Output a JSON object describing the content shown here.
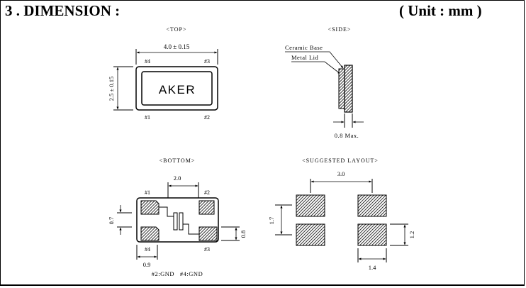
{
  "section": {
    "title": "3 . DIMENSION :",
    "unit": "( Unit : mm )"
  },
  "top_view": {
    "label": "<TOP>",
    "length_dim": "4.0 ± 0.15",
    "width_dim": "2.5 ± 0.15",
    "marking": "AKER",
    "pads": {
      "p1": "#1",
      "p2": "#2",
      "p3": "#3",
      "p4": "#4"
    }
  },
  "side_view": {
    "label": "<SIDE>",
    "ceramic_base": "Ceramic Base",
    "metal_lid": "Metal Lid",
    "height_dim": "0.8 Max."
  },
  "bottom_view": {
    "label": "<BOTTOM>",
    "pitch_dim": "2.0",
    "pad_height_dim": "0.7",
    "pad_height_right_dim": "0.8",
    "pad_width_dim": "0.9",
    "pads": {
      "p1": "#1",
      "p2": "#2",
      "p3": "#3",
      "p4": "#4"
    },
    "note": "#2:GND   #4:GND"
  },
  "layout_view": {
    "label": "<SUGGESTED LAYOUT>",
    "pitch_dim": "3.0",
    "pad_gap_dim": "1.7",
    "pad_height_dim": "1.2",
    "pad_width_dim": "1.4"
  }
}
